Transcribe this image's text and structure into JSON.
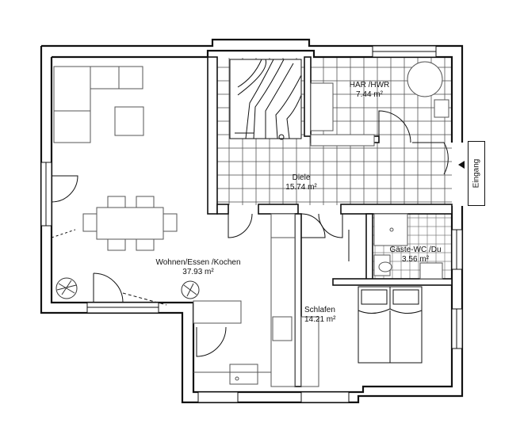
{
  "rooms": {
    "wohnen": {
      "name": "Wohnen/Essen /Kochen",
      "area": "37.93 m²"
    },
    "diele": {
      "name": "Diele",
      "area": "15.74 m²"
    },
    "har": {
      "name": "HAR /HWR",
      "area": "7.44 m²"
    },
    "gaeste": {
      "name": "Gäste-WC /Du",
      "area": "3.56 m²"
    },
    "schlafen": {
      "name": "Schlafen",
      "area": "14.21 m²"
    }
  },
  "entrance": {
    "label": "Eingang"
  },
  "colors": {
    "wall": "#111111",
    "background": "#ffffff",
    "furniture": "#777777"
  }
}
